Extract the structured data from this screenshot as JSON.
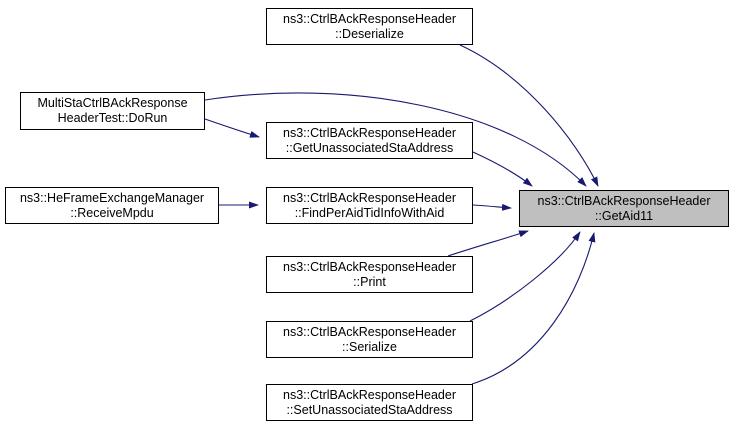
{
  "diagram": {
    "type": "call-graph",
    "edge_color": "#191970",
    "node_fill": "#ffffff",
    "node_border_color": "#000000",
    "target_node_fill": "#bfbfbf",
    "text_color": "#000000",
    "nodes": {
      "deserialize": {
        "lines": [
          "ns3::CtrlBAckResponseHeader",
          "::Deserialize"
        ]
      },
      "dorun": {
        "lines": [
          "MultiStaCtrlBAckResponse",
          "HeaderTest::DoRun"
        ]
      },
      "get_unassociated_sta_address": {
        "lines": [
          "ns3::CtrlBAckResponseHeader",
          "::GetUnassociatedStaAddress"
        ]
      },
      "receive_mpdu": {
        "lines": [
          "ns3::HeFrameExchangeManager",
          "::ReceiveMpdu"
        ]
      },
      "find_per_aid_tid_info_with_aid": {
        "lines": [
          "ns3::CtrlBAckResponseHeader",
          "::FindPerAidTidInfoWithAid"
        ]
      },
      "get_aid11": {
        "lines": [
          "ns3::CtrlBAckResponseHeader",
          "::GetAid11"
        ],
        "is_target": true
      },
      "print": {
        "lines": [
          "ns3::CtrlBAckResponseHeader",
          "::Print"
        ]
      },
      "serialize": {
        "lines": [
          "ns3::CtrlBAckResponseHeader",
          "::Serialize"
        ]
      },
      "set_unassociated_sta_address": {
        "lines": [
          "ns3::CtrlBAckResponseHeader",
          "::SetUnassociatedStaAddress"
        ]
      }
    },
    "edges": [
      {
        "from": "deserialize",
        "to": "get_aid11"
      },
      {
        "from": "dorun",
        "to": "get_aid11"
      },
      {
        "from": "dorun",
        "to": "get_unassociated_sta_address"
      },
      {
        "from": "get_unassociated_sta_address",
        "to": "get_aid11"
      },
      {
        "from": "receive_mpdu",
        "to": "find_per_aid_tid_info_with_aid"
      },
      {
        "from": "find_per_aid_tid_info_with_aid",
        "to": "get_aid11"
      },
      {
        "from": "print",
        "to": "get_aid11"
      },
      {
        "from": "serialize",
        "to": "get_aid11"
      },
      {
        "from": "set_unassociated_sta_address",
        "to": "get_aid11"
      }
    ]
  }
}
